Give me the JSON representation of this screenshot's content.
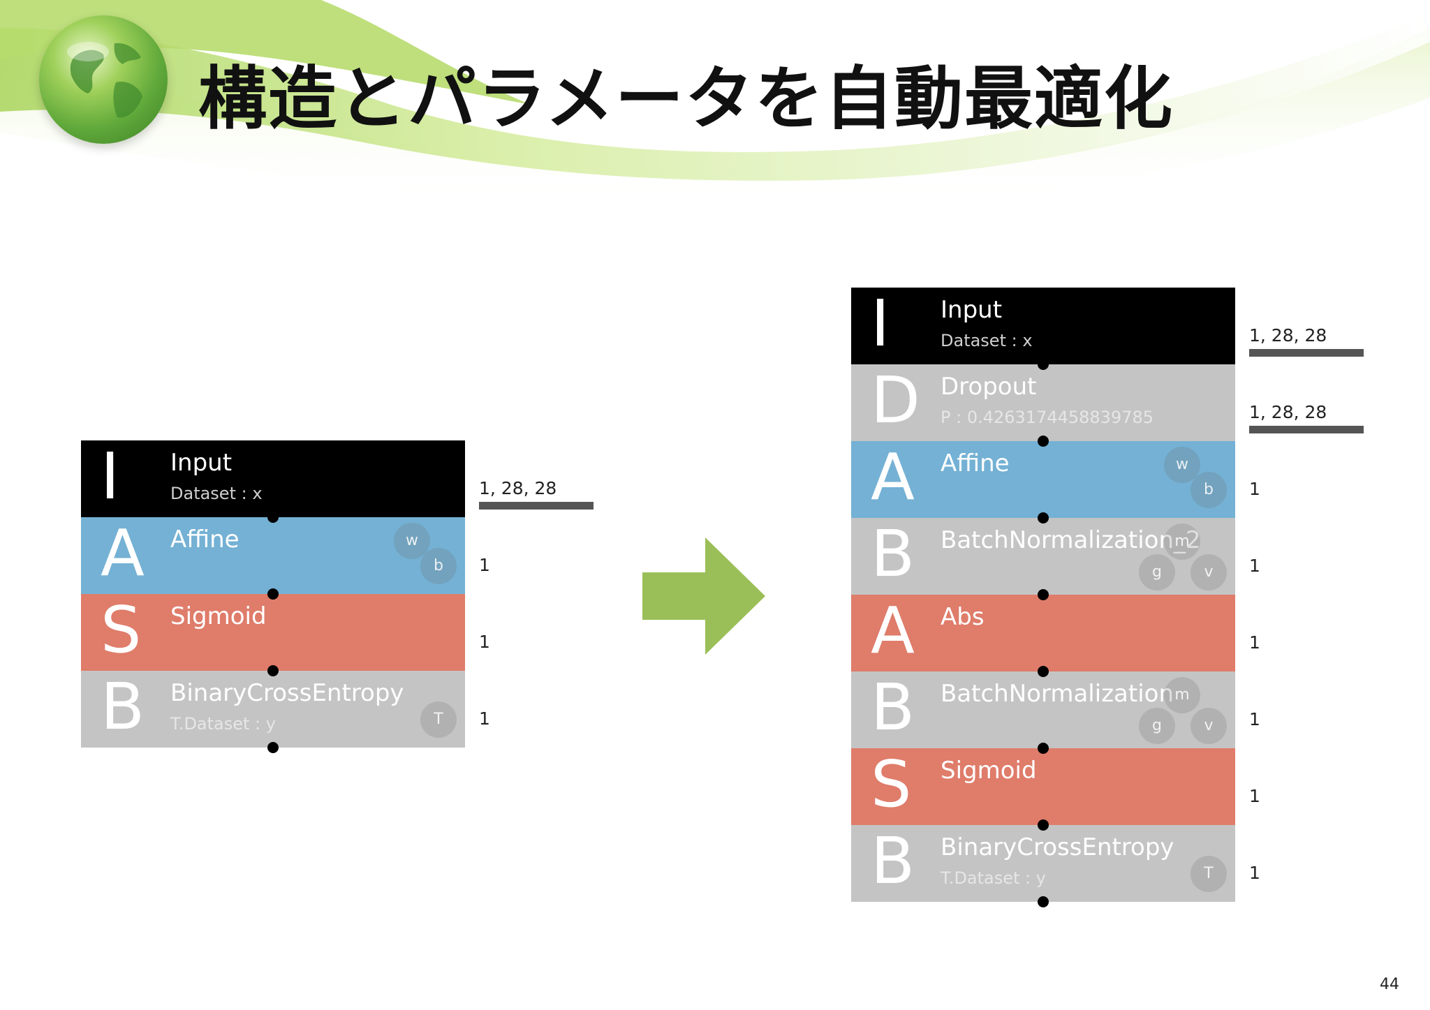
{
  "slide": {
    "title": "構造とパラメータを自動最適化",
    "page_number": "44"
  },
  "colors": {
    "input": "#000000",
    "affine": "#74b1d4",
    "activation": "#df7c6a",
    "misc": "#c4c4c4",
    "arrow": "#9bbf58"
  },
  "left_network": {
    "layers": [
      {
        "letter": "I",
        "name": "Input",
        "sub": "Dataset : x",
        "shape": "1, 28, 28"
      },
      {
        "letter": "A",
        "name": "Affine",
        "sub": "",
        "params": [
          "w",
          "b"
        ],
        "shape": "1"
      },
      {
        "letter": "S",
        "name": "Sigmoid",
        "sub": "",
        "shape": "1"
      },
      {
        "letter": "B",
        "name": "BinaryCrossEntropy",
        "sub": "T.Dataset : y",
        "params": [
          "T"
        ],
        "shape": "1"
      }
    ]
  },
  "right_network": {
    "layers": [
      {
        "letter": "I",
        "name": "Input",
        "sub": "Dataset : x",
        "shape": "1, 28, 28"
      },
      {
        "letter": "D",
        "name": "Dropout",
        "sub": "P : 0.4263174458839785",
        "shape": "1, 28, 28"
      },
      {
        "letter": "A",
        "name": "Affine",
        "sub": "",
        "params": [
          "w",
          "b"
        ],
        "shape": "1"
      },
      {
        "letter": "B",
        "name": "BatchNormalization_2",
        "sub": "",
        "params": [
          "m",
          "g",
          "v"
        ],
        "shape": "1"
      },
      {
        "letter": "A",
        "name": "Abs",
        "sub": "",
        "shape": "1"
      },
      {
        "letter": "B",
        "name": "BatchNormalization",
        "sub": "",
        "params": [
          "m",
          "g",
          "v"
        ],
        "shape": "1"
      },
      {
        "letter": "S",
        "name": "Sigmoid",
        "sub": "",
        "shape": "1"
      },
      {
        "letter": "B",
        "name": "BinaryCrossEntropy",
        "sub": "T.Dataset : y",
        "params": [
          "T"
        ],
        "shape": "1"
      }
    ]
  },
  "arrow_icon": "right-arrow-icon",
  "globe_icon": "globe-icon"
}
